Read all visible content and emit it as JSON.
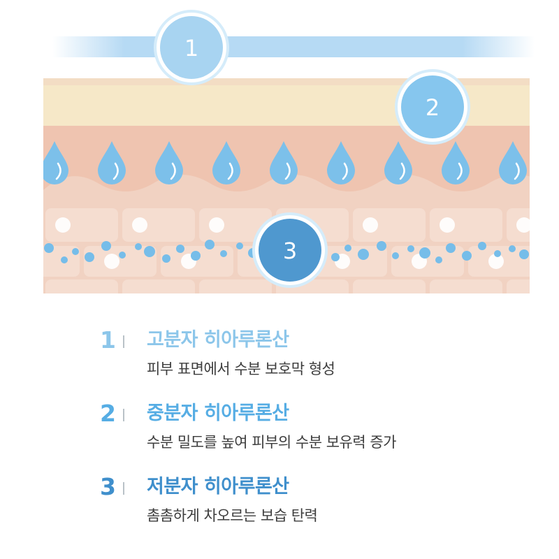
{
  "markers": [
    "1",
    "2",
    "3"
  ],
  "legend": [
    {
      "number": "1",
      "title": "고분자 히아루론산",
      "description": "피부 표면에서 수분 보호막 형성",
      "color": "#8cc6ea"
    },
    {
      "number": "2",
      "title": "중분자 히아루론산",
      "description": "수분 밀도를 높여 피부의 수분 보유력 증가",
      "color": "#56ade4"
    },
    {
      "number": "3",
      "title": "저분자 히아루론산",
      "description": "촘촘하게 차오르는 보습 탄력",
      "color": "#3f8fcc"
    }
  ],
  "colors": {
    "layer_top_band": "#f3ddc4",
    "layer_epidermis": "#f6e8c8",
    "layer_dermis": "#efc4b0",
    "cells": "#f6e0d4",
    "drop": "#7cc0ea",
    "marker_1": "#a8d4f1",
    "marker_2": "#86c6ee",
    "marker_3": "#4f98cf"
  }
}
